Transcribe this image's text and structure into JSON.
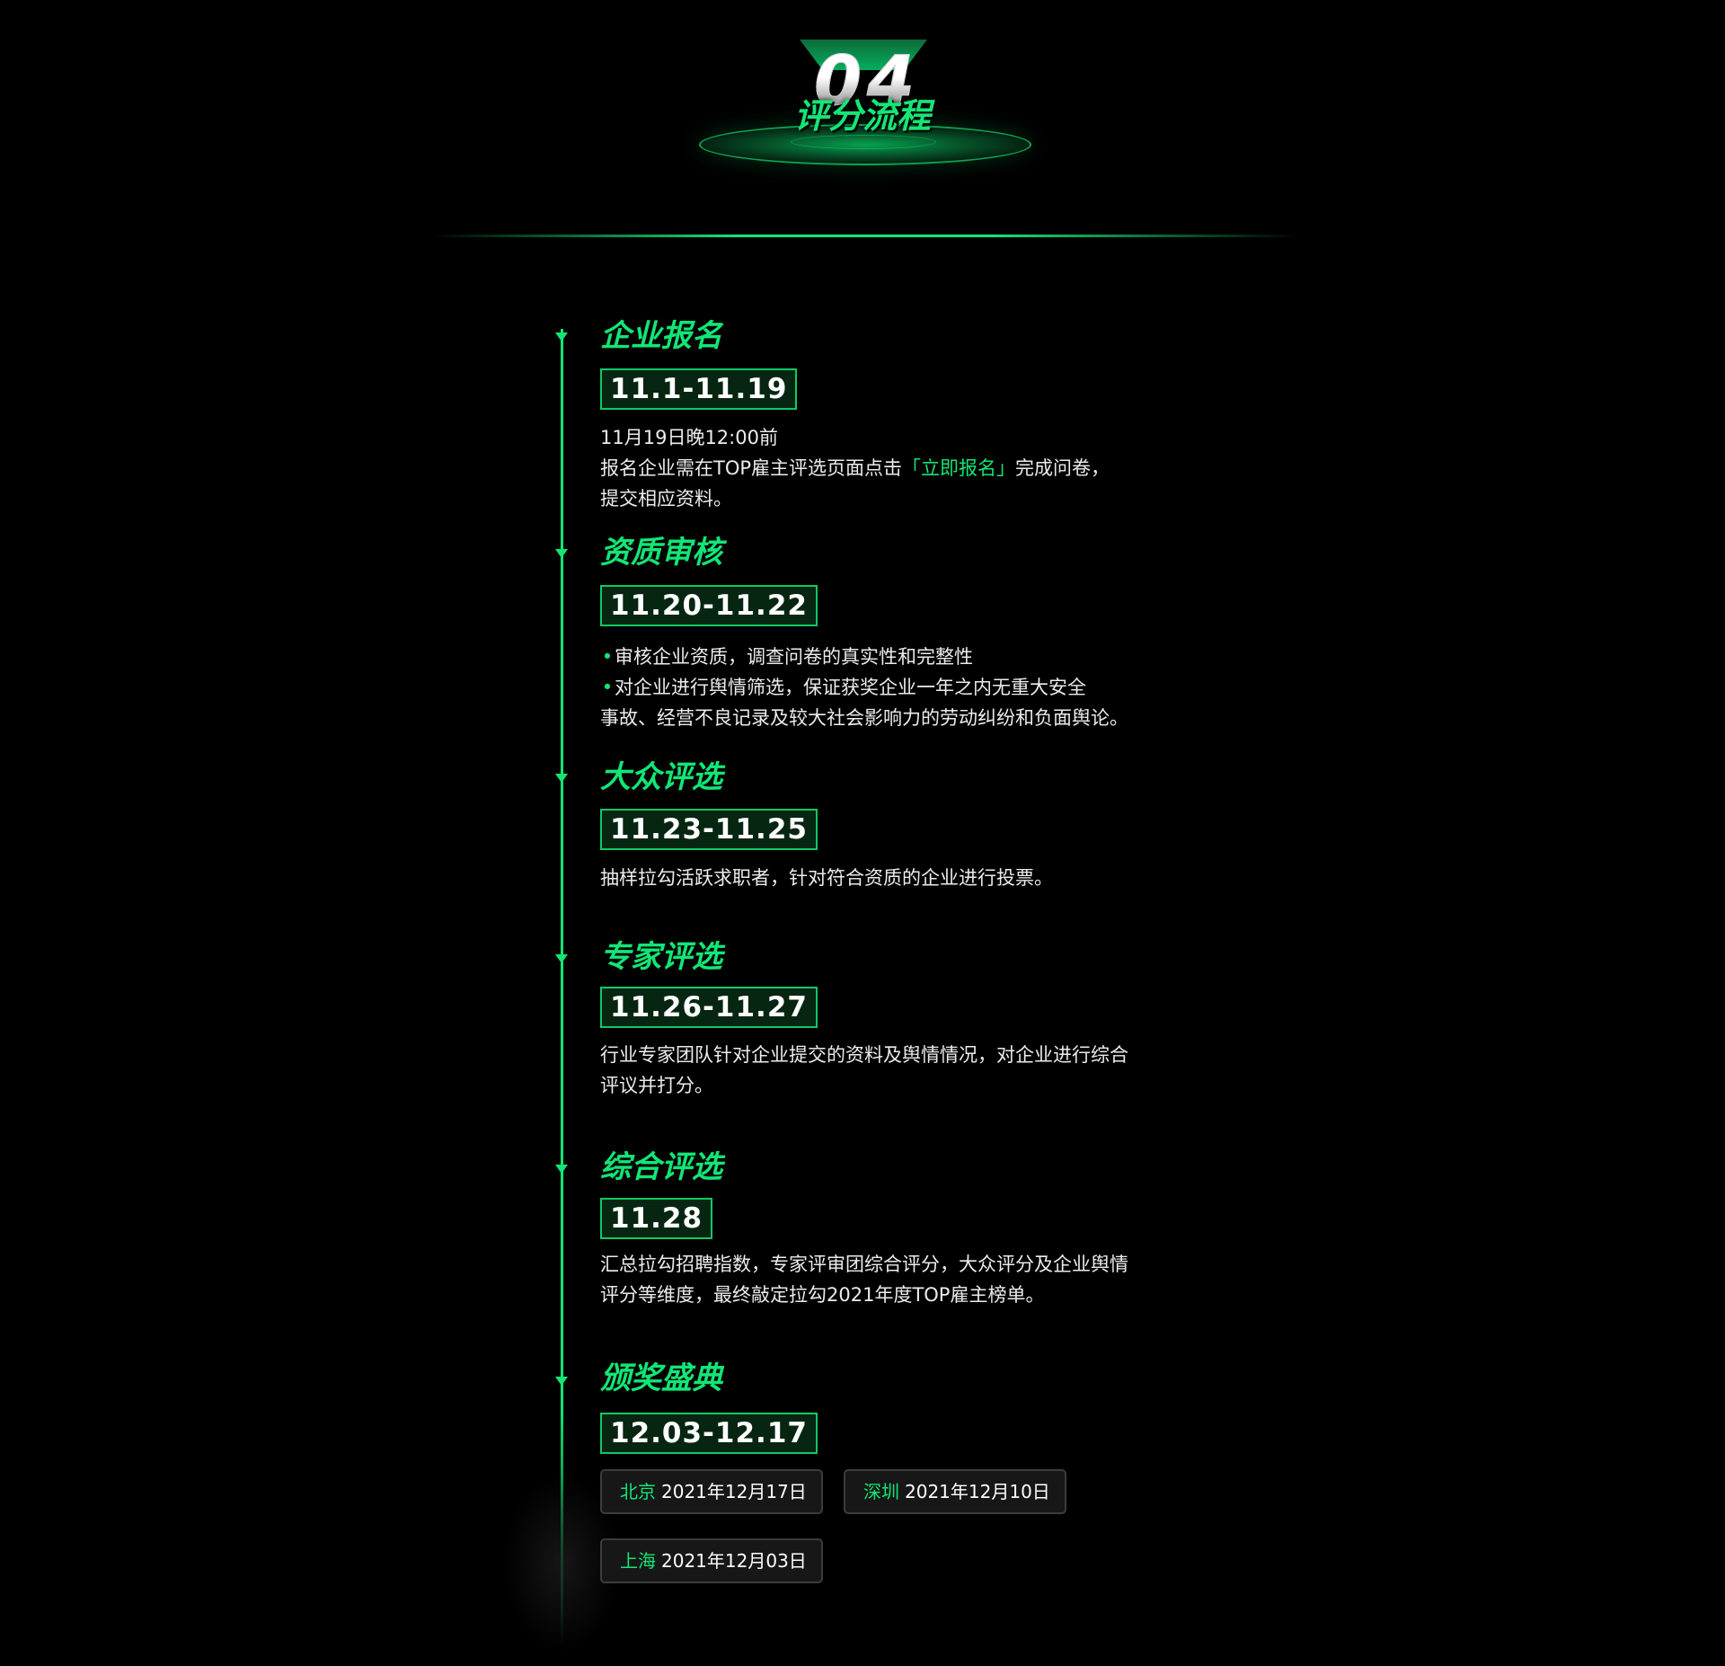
{
  "header": {
    "number": "04",
    "title": "评分流程"
  },
  "colors": {
    "accent": "#11e676",
    "background": "#000000",
    "text": "#ececec",
    "chip_border": "#3c3c3c"
  },
  "steps": [
    {
      "title": "企业报名",
      "date": "11.1-11.19",
      "lines": [
        "11月19日晚12:00前"
      ],
      "line2_before": "报名企业需在TOP雇主评选页面点击",
      "line2_highlight": "「立即报名」",
      "line2_after": "完成问卷，",
      "line3": "提交相应资料。"
    },
    {
      "title": "资质审核",
      "date": "11.20-11.22",
      "bullet1": "审核企业资质，调查问卷的真实性和完整性",
      "bullet2": "对企业进行舆情筛选，保证获奖企业一年之内无重大安全",
      "bullet2_cont": "事故、经营不良记录及较大社会影响力的劳动纠纷和负面舆论。"
    },
    {
      "title": "大众评选",
      "date": "11.23-11.25",
      "line1": "抽样拉勾活跃求职者，针对符合资质的企业进行投票。"
    },
    {
      "title": "专家评选",
      "date": "11.26-11.27",
      "line1": "行业专家团队针对企业提交的资料及舆情情况，对企业进行综合",
      "line2": "评议并打分。"
    },
    {
      "title": "综合评选",
      "date": "11.28",
      "line1": "汇总拉勾招聘指数，专家评审团综合评分，大众评分及企业舆情",
      "line2": "评分等维度，最终敲定拉勾2021年度TOP雇主榜单。"
    },
    {
      "title": "颁奖盛典",
      "date": "12.03-12.17",
      "cities": [
        {
          "city": "北京",
          "date": "2021年12月17日"
        },
        {
          "city": "深圳",
          "date": "2021年12月10日"
        },
        {
          "city": "上海",
          "date": "2021年12月03日"
        }
      ]
    }
  ],
  "icons": {
    "step_marker": "triangle-down-icon",
    "bullet": "dot-icon"
  }
}
